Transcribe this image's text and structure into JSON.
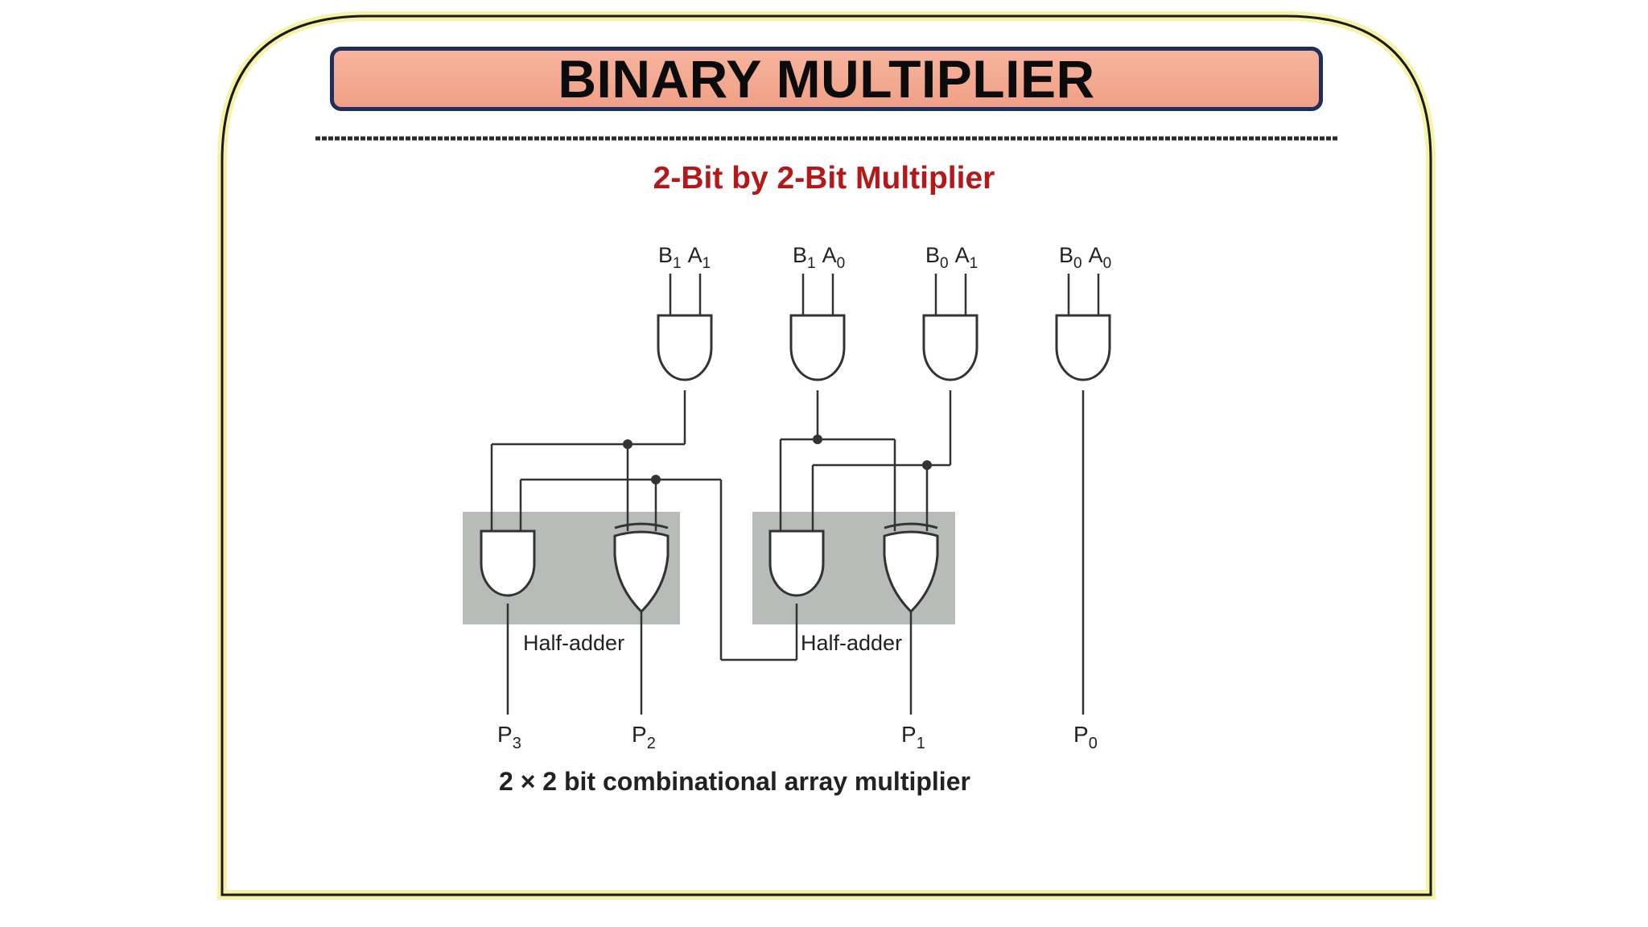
{
  "slide": {
    "title": "BINARY MULTIPLIER",
    "subtitle": "2-Bit by 2-Bit Multiplier"
  },
  "diagram": {
    "and_gate_inputs": [
      {
        "b": "B",
        "b_sub": "1",
        "a": "A",
        "a_sub": "1"
      },
      {
        "b": "B",
        "b_sub": "1",
        "a": "A",
        "a_sub": "0"
      },
      {
        "b": "B",
        "b_sub": "0",
        "a": "A",
        "a_sub": "1"
      },
      {
        "b": "B",
        "b_sub": "0",
        "a": "A",
        "a_sub": "0"
      }
    ],
    "half_adder_label": "Half-adder",
    "outputs": [
      {
        "p": "P",
        "sub": "3"
      },
      {
        "p": "P",
        "sub": "2"
      },
      {
        "p": "P",
        "sub": "1"
      },
      {
        "p": "P",
        "sub": "0"
      }
    ],
    "caption": "2 × 2 bit combinational array multiplier"
  },
  "colors": {
    "frame_border": "#f4f0a0",
    "title_fill": "#f3a68d",
    "title_border": "#1f2f5c",
    "subtitle": "#b51818",
    "half_adder_box": "#b7bcb8",
    "wire": "#333333"
  }
}
